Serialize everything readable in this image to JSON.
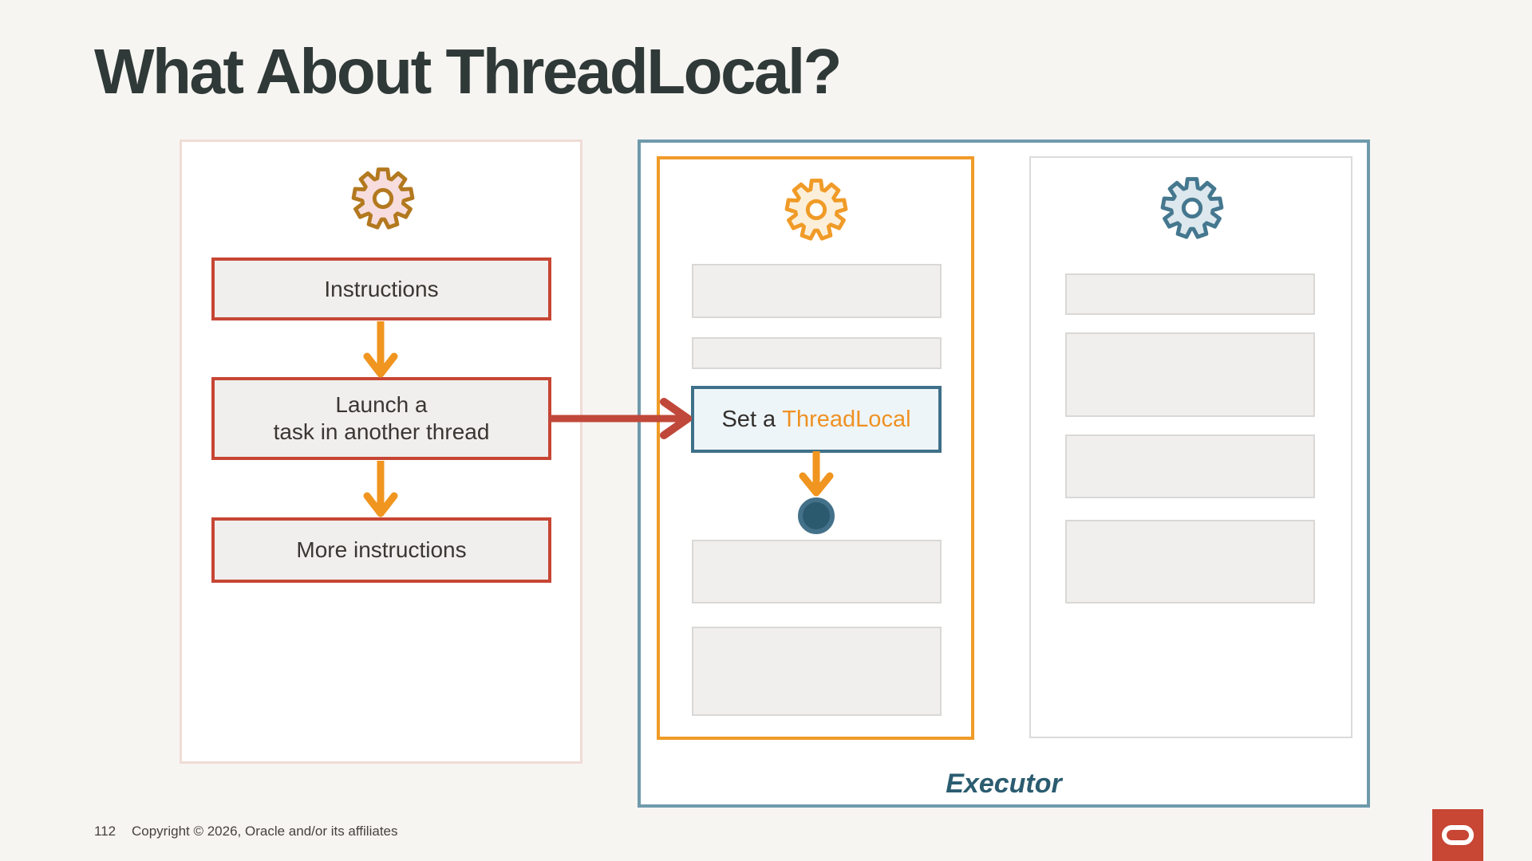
{
  "title": "What About ThreadLocal?",
  "main_thread": {
    "instructions_box": "Instructions",
    "launch_box_line1": "Launch a",
    "launch_box_line2": "task in another thread",
    "more_box": "More instructions"
  },
  "executor": {
    "label": "Executor",
    "set_threadlocal_prefix": "Set a",
    "set_threadlocal_highlight": "ThreadLocal"
  },
  "footer": {
    "page_number": "112",
    "copyright": "Copyright © 2026, Oracle and/or its affiliates"
  },
  "icons": {
    "main_thread_gear": "gear-icon",
    "worker_thread_1_gear": "gear-icon",
    "worker_thread_2_gear": "gear-icon",
    "threadlocal_dot": "filled-circle-icon",
    "oracle_logo": "oracle-logo"
  },
  "colors": {
    "slide_background": "#f7f5f2",
    "title_text": "#2f3937",
    "red_accent": "#c74634",
    "orange_accent": "#f09b28",
    "gold_gear_stroke": "#b3791f",
    "pink_gear_fill": "#f7dddd",
    "cream_gear_fill": "#fcefda",
    "teal_gear_stroke": "#45788f",
    "blue_gear_fill": "#dce8ee",
    "teal_accent": "#3f7089",
    "executor_border": "#6f9aab",
    "pink_panel_border": "#f0dcd6",
    "threadlocal_text": "#ef9123",
    "placeholder_fill": "#f0efed",
    "placeholder_border": "#d9d8d6",
    "dot_fill": "#2b5a6e",
    "dot_ring": "#44718a",
    "oracle_red": "#c74634"
  }
}
